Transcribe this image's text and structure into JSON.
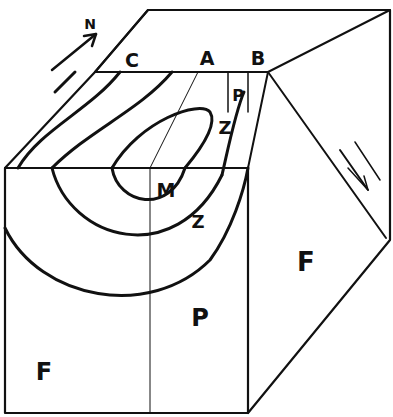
{
  "diagram": {
    "labels": [
      "N",
      "C",
      "A",
      "B",
      "P",
      "Z",
      "M",
      "Z",
      "P",
      "F",
      "F"
    ]
  }
}
